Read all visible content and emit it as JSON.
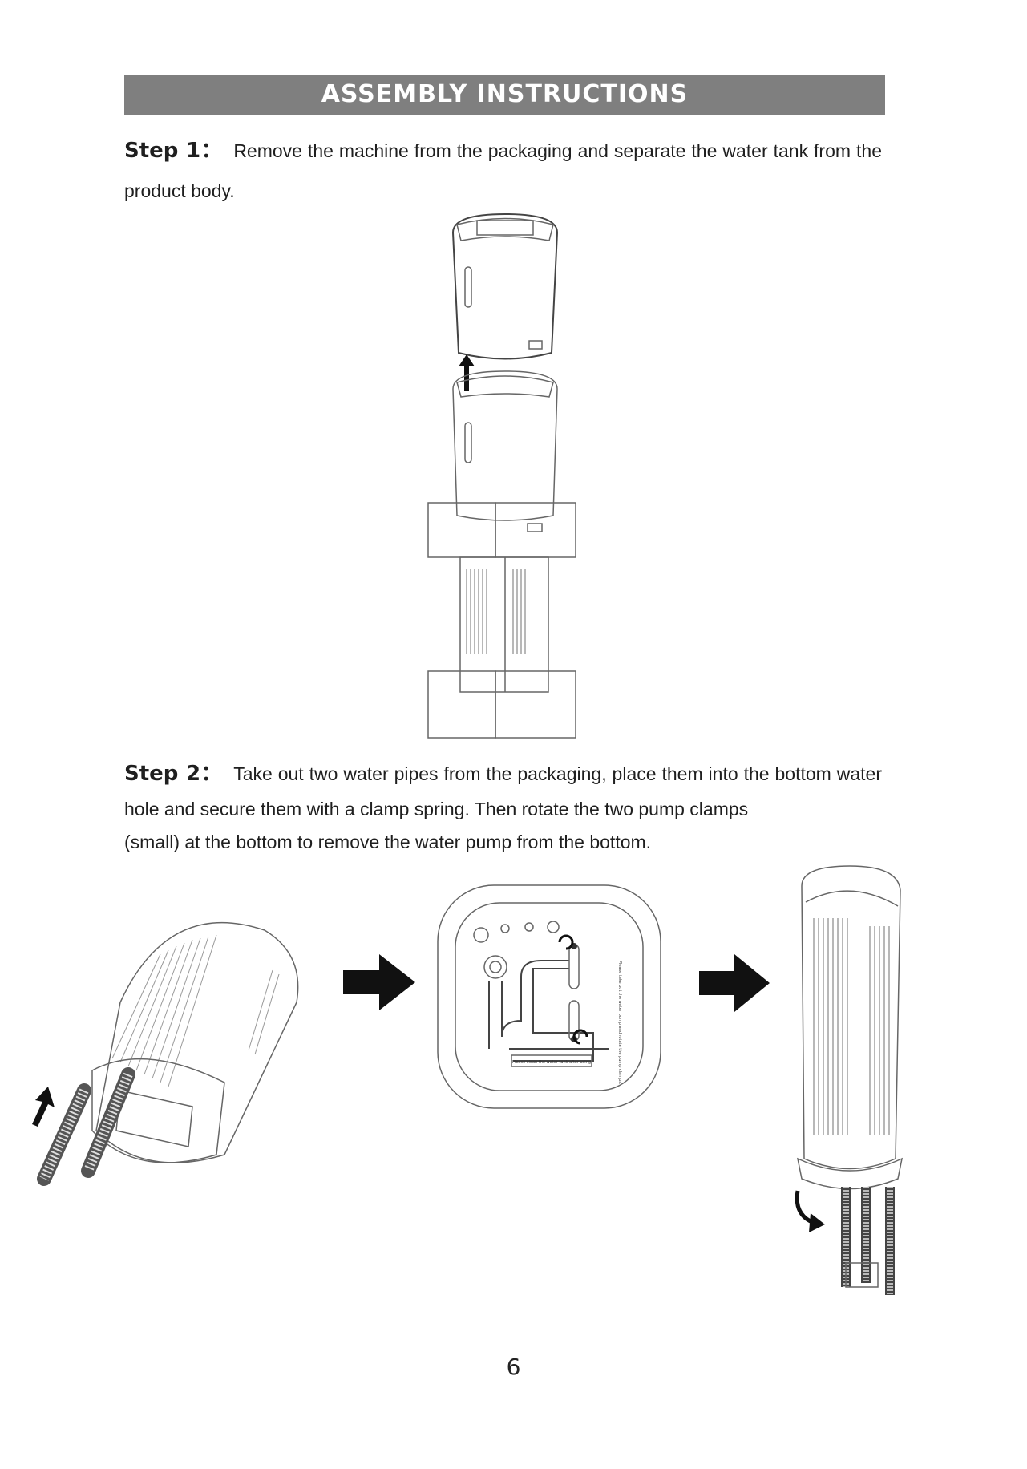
{
  "header": {
    "title": "ASSEMBLY INSTRUCTIONS"
  },
  "steps": [
    {
      "label": "Step 1：",
      "text": "Remove the machine from the packaging and separate the water tank from the product body."
    },
    {
      "label": "Step 2：",
      "text_line1": "Take out two water pipes from the packaging, place them into the bottom water hole and secure them with a clamp spring. Then rotate the two pump clamps",
      "text_line2": "(small) at the bottom to remove the water pump from the bottom."
    }
  ],
  "figure_labels": {
    "base_top": "Please take out the water pump and rotate the pump clamps.",
    "base_bottom": "Please clean the water tank after using"
  },
  "footer": {
    "page_number": "6"
  }
}
